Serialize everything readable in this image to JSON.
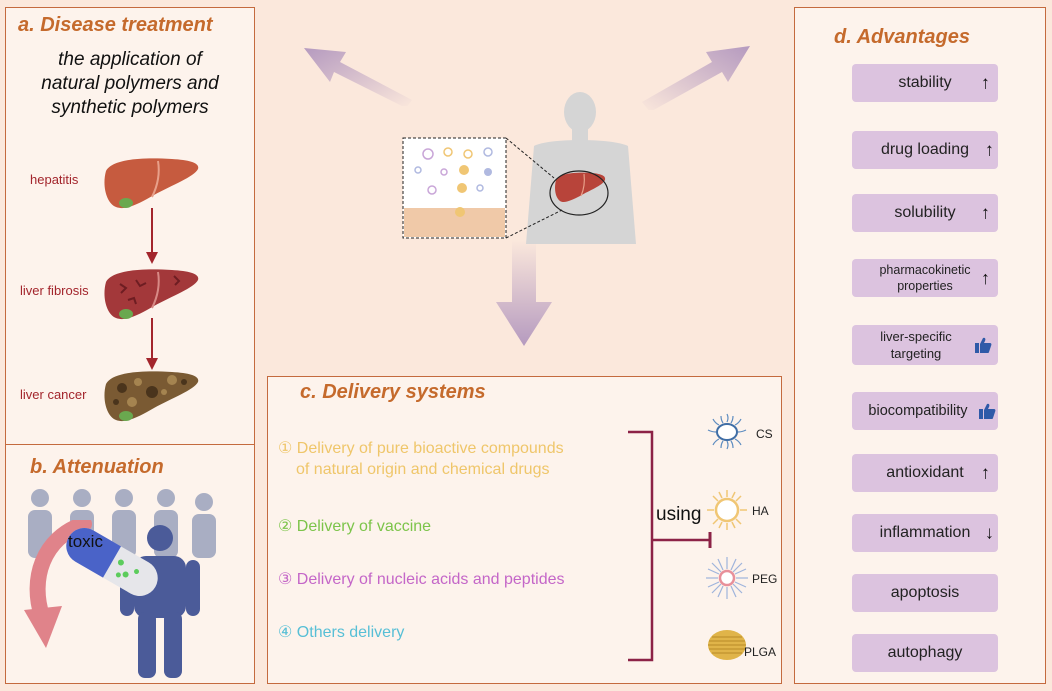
{
  "background": {
    "page": "#fbe8dc",
    "panel": "#fdf3ec",
    "panel_border": "#c46a3e",
    "title_color": "#c56a2c",
    "arrow_color": "#b59abf"
  },
  "panel_a": {
    "title": "a. Disease treatment",
    "subtitle_lines": [
      "the application of",
      "natural polymers and",
      "synthetic polymers"
    ],
    "stages": [
      {
        "label": "hepatitis",
        "icon": "healthy-liver-icon"
      },
      {
        "label": "liver fibrosis",
        "icon": "fibrotic-liver-icon"
      },
      {
        "label": "liver cancer",
        "icon": "cancerous-liver-icon"
      }
    ],
    "stage_label_color": "#a3252c"
  },
  "panel_b": {
    "title": "b. Attenuation",
    "capsule_label": "toxic",
    "icons": [
      "people-group-icon",
      "person-icon",
      "capsule-icon",
      "curved-arrow-icon"
    ]
  },
  "panel_c": {
    "title": "c. Delivery systems",
    "items": [
      {
        "number": "①",
        "lines": [
          "Delivery of pure bioactive compounds",
          "of natural origin and chemical drugs"
        ],
        "color": "#efc66a"
      },
      {
        "number": "②",
        "lines": [
          "Delivery of vaccine"
        ],
        "color": "#7cc44a"
      },
      {
        "number": "③",
        "lines": [
          "Delivery of nucleic acids and peptides"
        ],
        "color": "#c466c8"
      },
      {
        "number": "④",
        "lines": [
          "Others delivery"
        ],
        "color": "#57bfd6"
      }
    ],
    "connector_label": "using",
    "bracket_color": "#8c2246",
    "carriers": [
      {
        "label": "CS",
        "icon": "cs-micelle-icon"
      },
      {
        "label": "HA",
        "icon": "ha-micelle-icon"
      },
      {
        "label": "PEG",
        "icon": "peg-micelle-icon"
      },
      {
        "label": "PLGA",
        "icon": "plga-nanoparticle-icon"
      }
    ]
  },
  "panel_d": {
    "title": "d. Advantages",
    "box_color": "#dcc3df",
    "items": [
      {
        "label": "stability",
        "indicator": "↑"
      },
      {
        "label": "drug loading",
        "indicator": "↑"
      },
      {
        "label": "solubility",
        "indicator": "↑"
      },
      {
        "label_lines": [
          "pharmacokinetic",
          "properties"
        ],
        "indicator": "↑"
      },
      {
        "label_lines": [
          "liver-specific",
          "targeting"
        ],
        "indicator": "thumbs-up"
      },
      {
        "label": "biocompatibility",
        "indicator": "thumbs-up"
      },
      {
        "label": "antioxidant",
        "indicator": "↑"
      },
      {
        "label": "inflammation",
        "indicator": "↓"
      },
      {
        "label": "apoptosis",
        "indicator": ""
      },
      {
        "label": "autophagy",
        "indicator": ""
      }
    ]
  },
  "center": {
    "icons": [
      "human-body-icon",
      "liver-icon",
      "zoom-inset-icon",
      "arrow-up-left-icon",
      "arrow-up-right-icon",
      "arrow-down-icon"
    ]
  }
}
